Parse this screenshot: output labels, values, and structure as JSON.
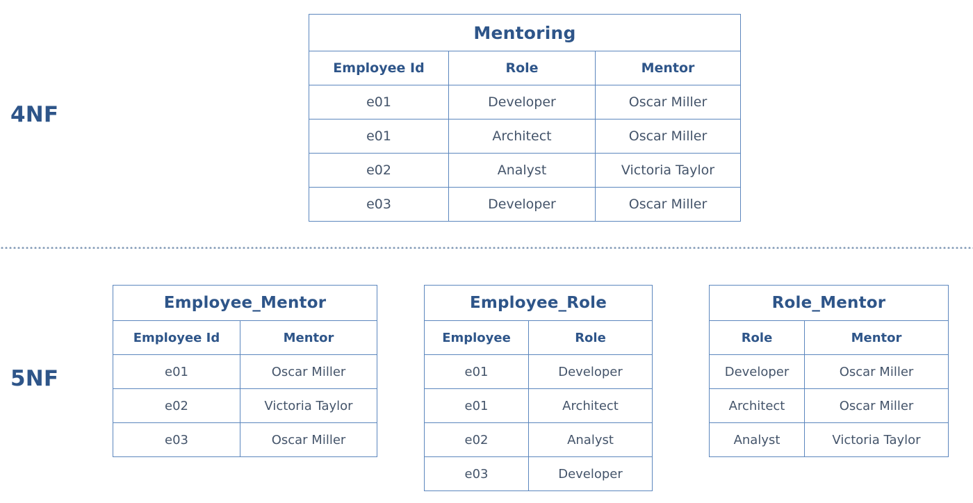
{
  "diagram": {
    "sections": [
      {
        "id": "4nf",
        "label": "4NF"
      },
      {
        "id": "5nf",
        "label": "5NF"
      }
    ],
    "divider": {
      "style": "dotted",
      "color": "#7e97b4"
    },
    "colors": {
      "border": "#5b86bd",
      "heading_text": "#2e5589",
      "body_text": "#44546a",
      "background": "#ffffff"
    }
  },
  "tables": {
    "mentoring": {
      "title": "Mentoring",
      "columns": [
        "Employee Id",
        "Role",
        "Mentor"
      ],
      "rows": [
        [
          "e01",
          "Developer",
          "Oscar Miller"
        ],
        [
          "e01",
          "Architect",
          "Oscar Miller"
        ],
        [
          "e02",
          "Analyst",
          "Victoria Taylor"
        ],
        [
          "e03",
          "Developer",
          "Oscar Miller"
        ]
      ]
    },
    "employee_mentor": {
      "title": "Employee_Mentor",
      "columns": [
        "Employee Id",
        "Mentor"
      ],
      "rows": [
        [
          "e01",
          "Oscar Miller"
        ],
        [
          "e02",
          "Victoria Taylor"
        ],
        [
          "e03",
          "Oscar Miller"
        ]
      ]
    },
    "employee_role": {
      "title": "Employee_Role",
      "columns": [
        "Employee",
        "Role"
      ],
      "rows": [
        [
          "e01",
          "Developer"
        ],
        [
          "e01",
          "Architect"
        ],
        [
          "e02",
          "Analyst"
        ],
        [
          "e03",
          "Developer"
        ]
      ]
    },
    "role_mentor": {
      "title": "Role_Mentor",
      "columns": [
        "Role",
        "Mentor"
      ],
      "rows": [
        [
          "Developer",
          "Oscar Miller"
        ],
        [
          "Architect",
          "Oscar Miller"
        ],
        [
          "Analyst",
          "Victoria Taylor"
        ]
      ]
    }
  }
}
